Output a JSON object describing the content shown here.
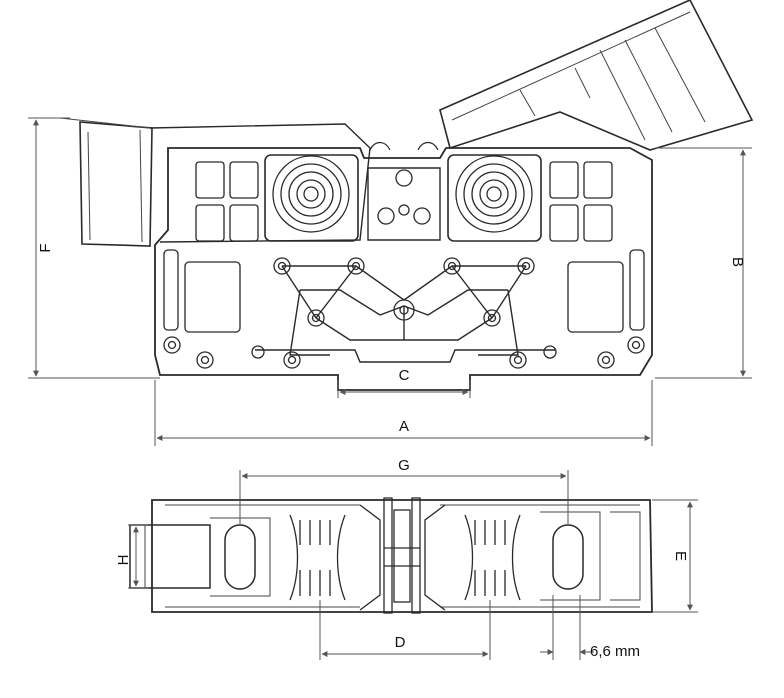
{
  "labels": {
    "A": "A",
    "B": "B",
    "C": "C",
    "D": "D",
    "E": "E",
    "F": "F",
    "G": "G",
    "H": "H",
    "mm": "6,6 mm"
  }
}
